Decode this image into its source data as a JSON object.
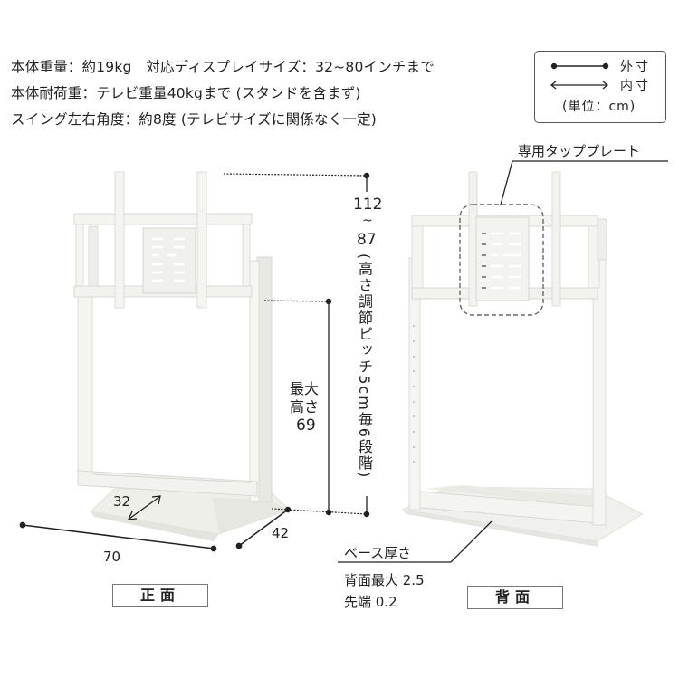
{
  "specs": {
    "line1": "本体重量：約19kg　対応ディスプレイサイズ：32~80インチまで",
    "line2": "本体耐荷重：テレビ重量40kgまで (スタンドを含まず)",
    "line3": "スイング左右角度：約8度 (テレビサイズに関係なく一定)"
  },
  "legend": {
    "outer_label": "外寸",
    "inner_label": "内寸",
    "unit": "(単位：cm)"
  },
  "front_view": {
    "label": "正面",
    "height_range_top": "112",
    "height_range_sep": "~",
    "height_range_bottom": "87",
    "height_adjust_note": "(高さ調節ピッチ5cm毎6段階)",
    "max_height_label_1": "最大",
    "max_height_label_2": "高さ",
    "max_height_value": "69",
    "base_inner_depth": "32",
    "base_width": "70",
    "base_depth": "42"
  },
  "back_view": {
    "label": "背面",
    "tap_plate_callout": "専用タッププレート",
    "base_thickness_title": "ベース厚さ",
    "base_thickness_back": "背面最大 2.5",
    "base_thickness_tip": "先端 0.2"
  },
  "colors": {
    "stand_fill": "#f6f6f3",
    "stand_shade": "#e6e6e1",
    "outline": "#d8d8d2",
    "dimension_line": "#222222"
  }
}
